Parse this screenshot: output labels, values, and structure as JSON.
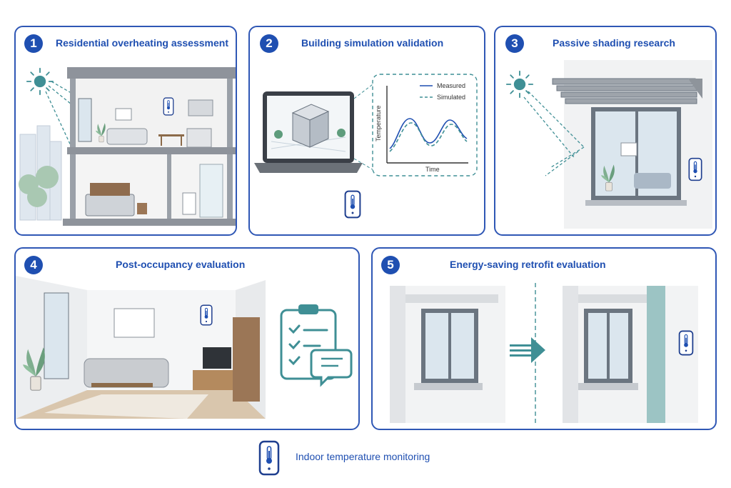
{
  "panels": [
    {
      "number": "1",
      "title": "Residential overheating assessment"
    },
    {
      "number": "2",
      "title": "Building simulation validation"
    },
    {
      "number": "3",
      "title": "Passive shading research"
    },
    {
      "number": "4",
      "title": "Post-occupancy evaluation"
    },
    {
      "number": "5",
      "title": "Energy-saving retrofit evaluation"
    }
  ],
  "chart": {
    "ylabel": "Temperature",
    "xlabel": "Time",
    "legend": [
      {
        "name": "Measured",
        "style": "solid"
      },
      {
        "name": "Simulated",
        "style": "dashed"
      }
    ]
  },
  "legend": {
    "label": "Indoor temperature monitoring",
    "icon": "thermometer-sensor-icon"
  },
  "colors": {
    "accent": "#1f4fb1",
    "teal": "#3f8f95",
    "outline": "#2f57b5"
  }
}
